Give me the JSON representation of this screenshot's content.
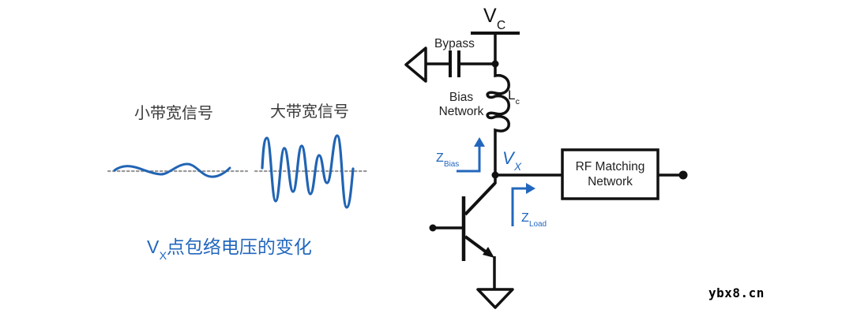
{
  "page": {
    "watermark": "ybx8.cn",
    "background": "#ffffff"
  },
  "colors": {
    "wave_blue": "#2164b4",
    "accent_blue": "#2267bd",
    "circuit_ink": "#111111",
    "label_gray": "#3b3b3b",
    "baseline_gray": "#9a9a9a"
  },
  "waveform_panel": {
    "small_signal_label": "小带宽信号",
    "large_signal_label": "大带宽信号",
    "caption": {
      "main": "V",
      "sub": "X",
      "text": "点包络电压的变化"
    }
  },
  "circuit": {
    "supply_label": {
      "main": "V",
      "sub": "C"
    },
    "bypass_label": "Bypass",
    "bias_network_line1": "Bias",
    "bias_network_line2": "Network",
    "inductor_label": {
      "main": "L",
      "sub": "c"
    },
    "z_bias_label": {
      "main": "Z",
      "sub": "Bias"
    },
    "node_label": {
      "main": "V",
      "sub": "X"
    },
    "z_load_label": {
      "main": "Z",
      "sub": "Load"
    },
    "rf_box_line1": "RF Matching",
    "rf_box_line2": "Network"
  }
}
